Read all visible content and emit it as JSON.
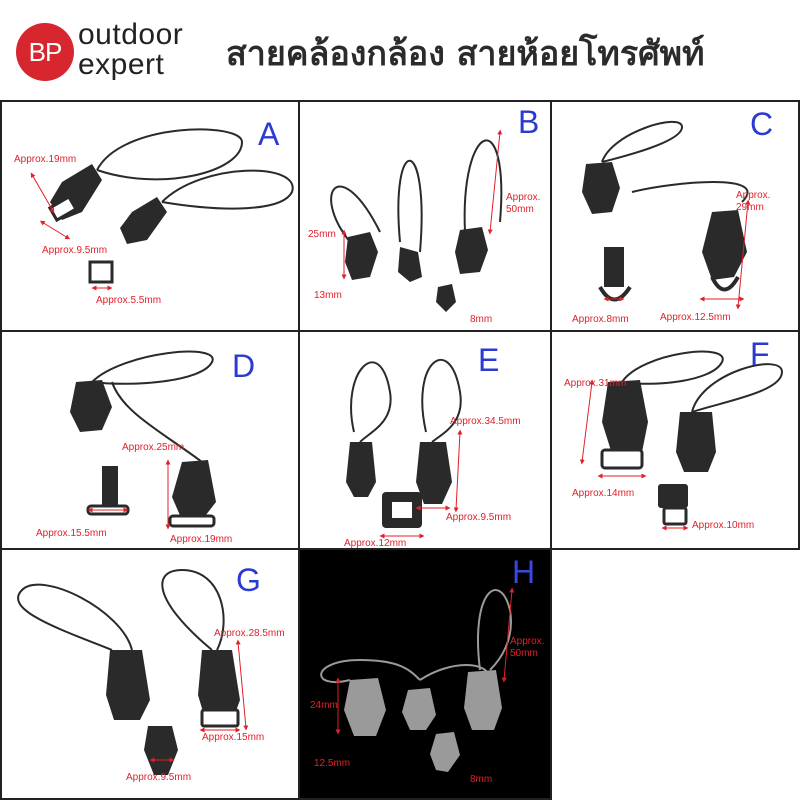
{
  "header": {
    "logo_mark": "BP",
    "logo_line1": "outdoor",
    "logo_line2": "expert",
    "title": "สายคล้องกล้อง สายห้อยโทรศัพท์"
  },
  "colors": {
    "brand_red": "#d7262d",
    "letter_blue": "#2b3ad0",
    "dimension_red": "#e0202a",
    "part_black": "#2a2a2a",
    "part_gray": "#9a9a9a"
  },
  "panels": [
    {
      "letter": "A",
      "dims": [
        "Approx.19mm",
        "Approx.9.5mm",
        "Approx.5.5mm"
      ]
    },
    {
      "letter": "B",
      "dims": [
        "Approx.",
        "50mm",
        "25mm",
        "13mm",
        "8mm"
      ]
    },
    {
      "letter": "C",
      "dims": [
        "Approx.",
        "29mm",
        "Approx.8mm",
        "Approx.12.5mm"
      ]
    },
    {
      "letter": "D",
      "dims": [
        "Approx.25mm",
        "Approx.15.5mm",
        "Approx.19mm"
      ]
    },
    {
      "letter": "E",
      "dims": [
        "Approx.34.5mm",
        "Approx.9.5mm",
        "Approx.12mm"
      ]
    },
    {
      "letter": "F",
      "dims": [
        "Approx.31mm",
        "Approx.14mm",
        "Approx.10mm"
      ]
    },
    {
      "letter": "G",
      "dims": [
        "Approx.28.5mm",
        "Approx.15mm",
        "Approx.9.5mm"
      ]
    },
    {
      "letter": "H",
      "dims": [
        "Approx.",
        "50mm",
        "24mm",
        "12.5mm",
        "8mm"
      ]
    }
  ]
}
